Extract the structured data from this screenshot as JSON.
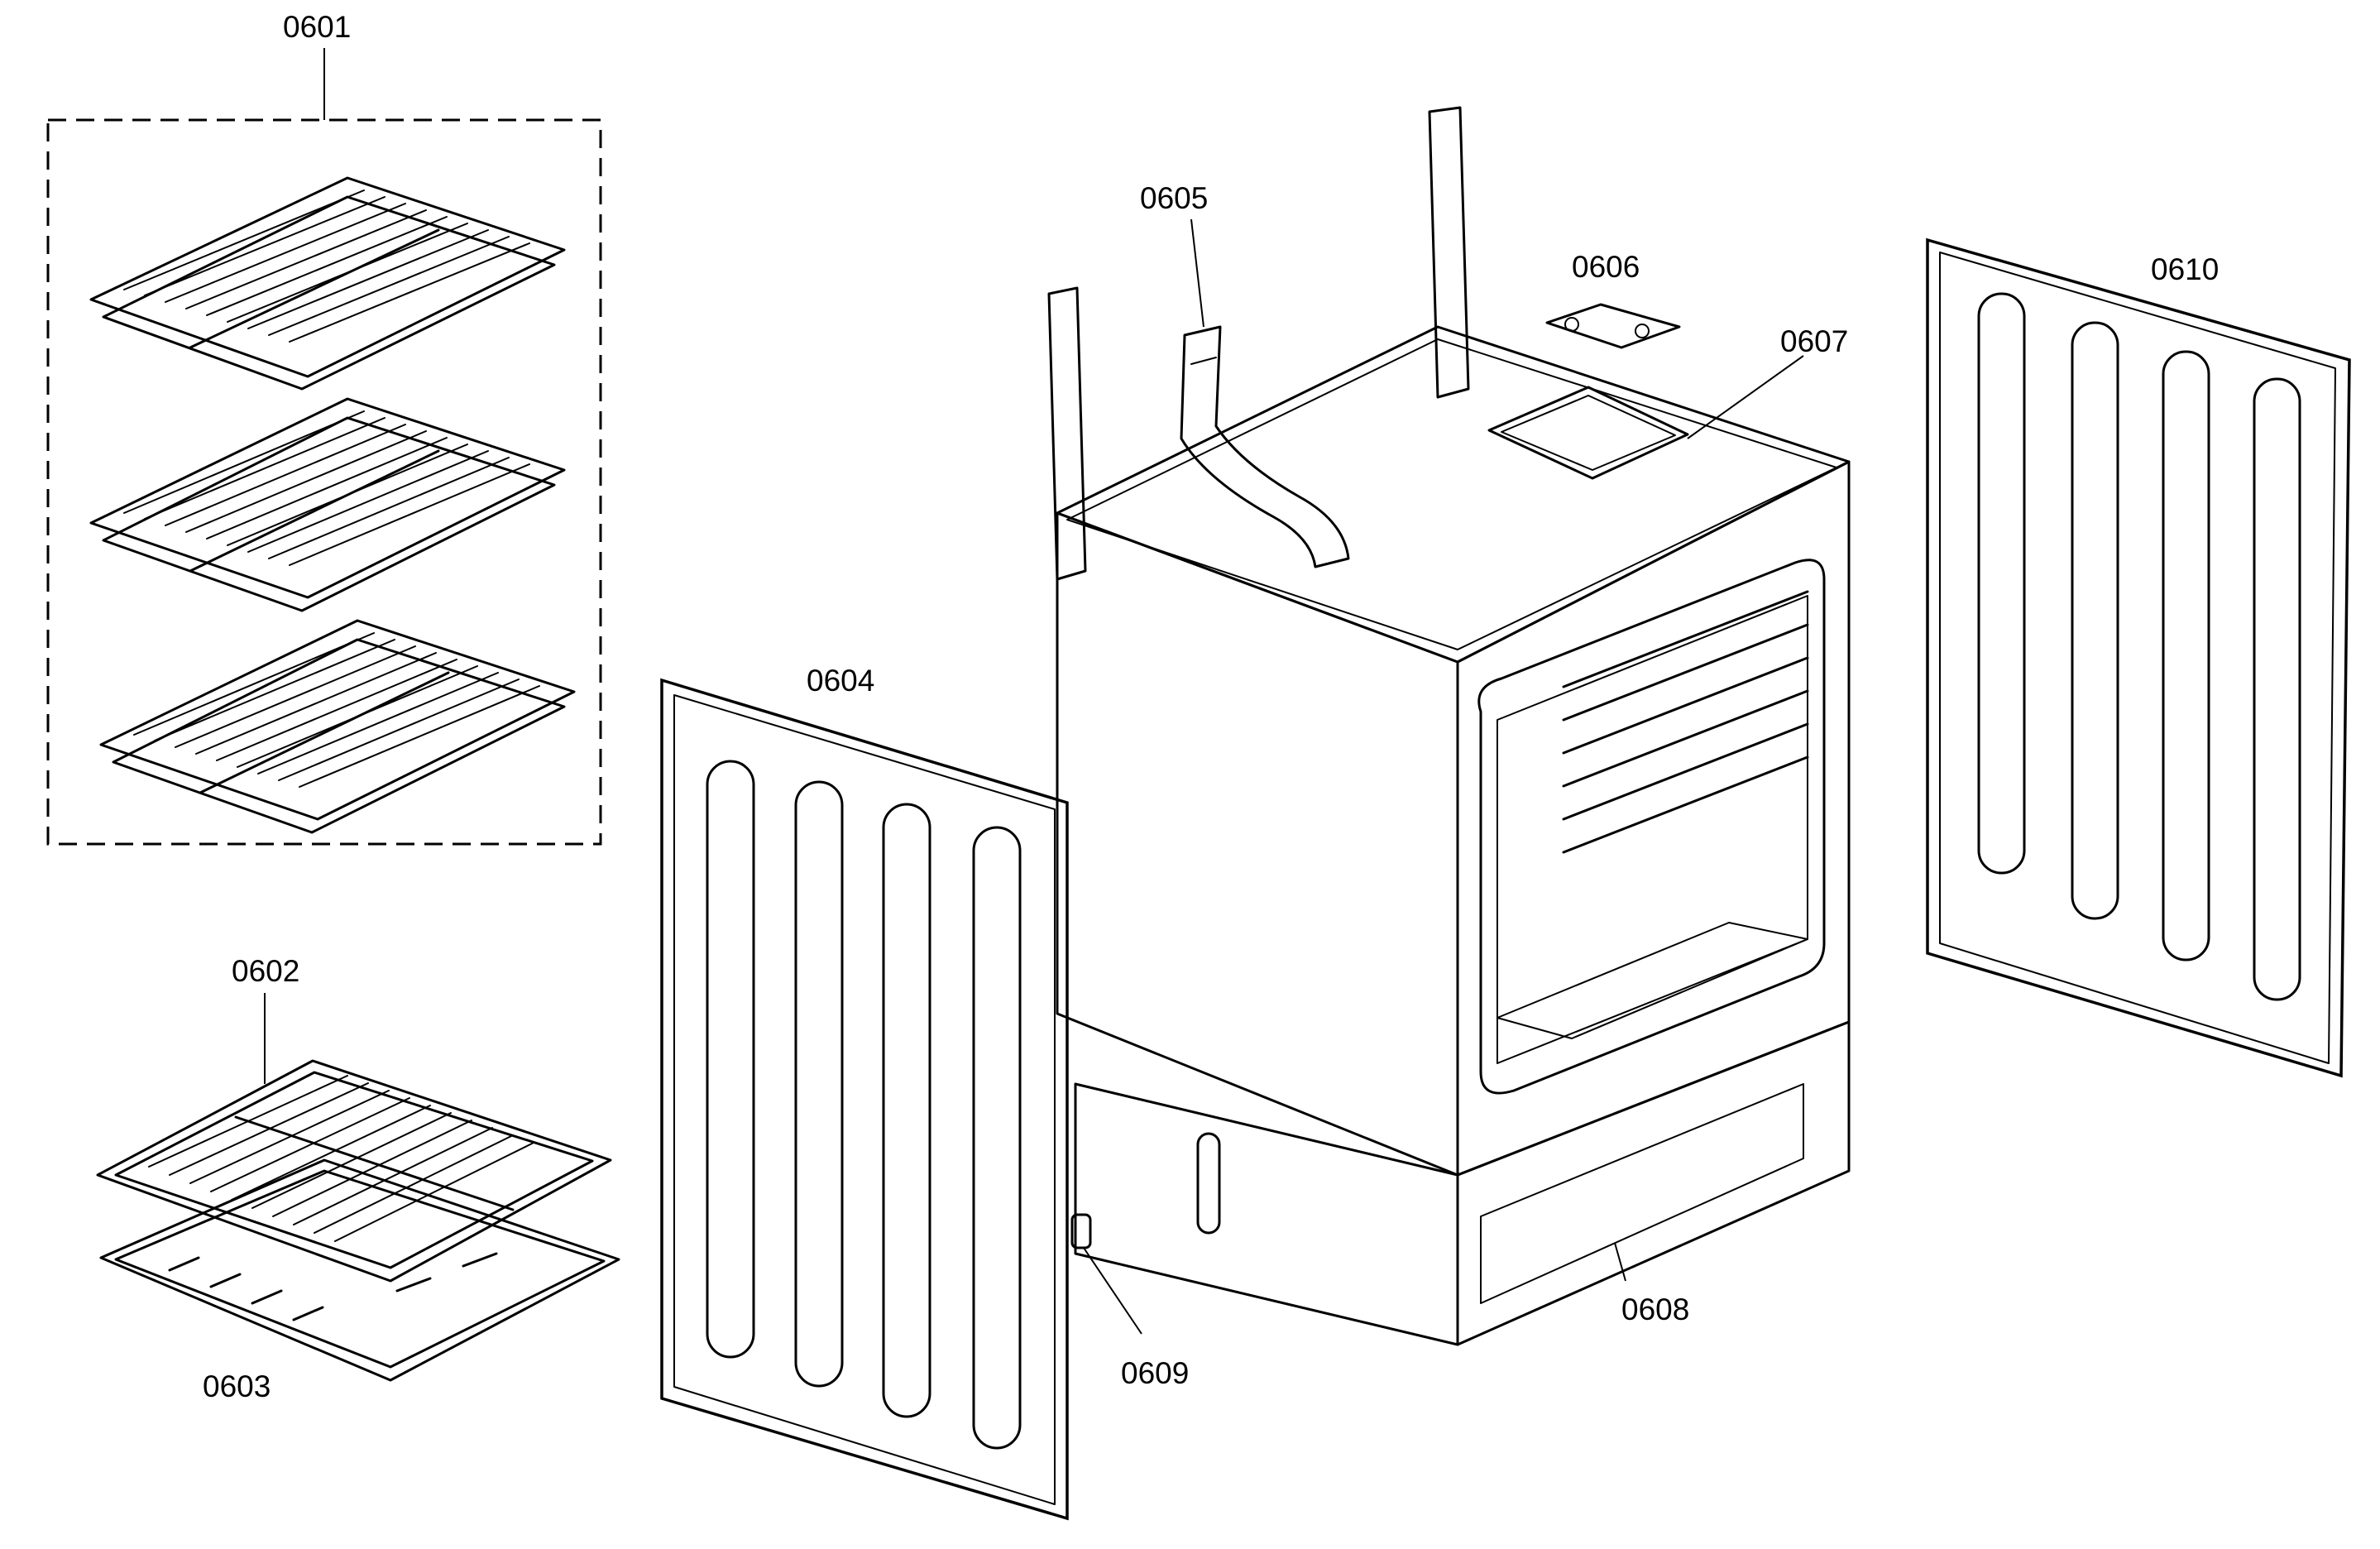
{
  "diagram": {
    "part_labels": {
      "racks": "0601",
      "broil_pan_grid": "0602",
      "broil_pan": "0603",
      "left_side_panel": "0604",
      "vent_duct": "0605",
      "top_bracket": "0606",
      "vent_box": "0607",
      "drawer_frame": "0608",
      "leveling_leg": "0609",
      "right_side_panel": "0610"
    }
  },
  "colors": {
    "ink": "#000000",
    "paper": "#ffffff"
  }
}
